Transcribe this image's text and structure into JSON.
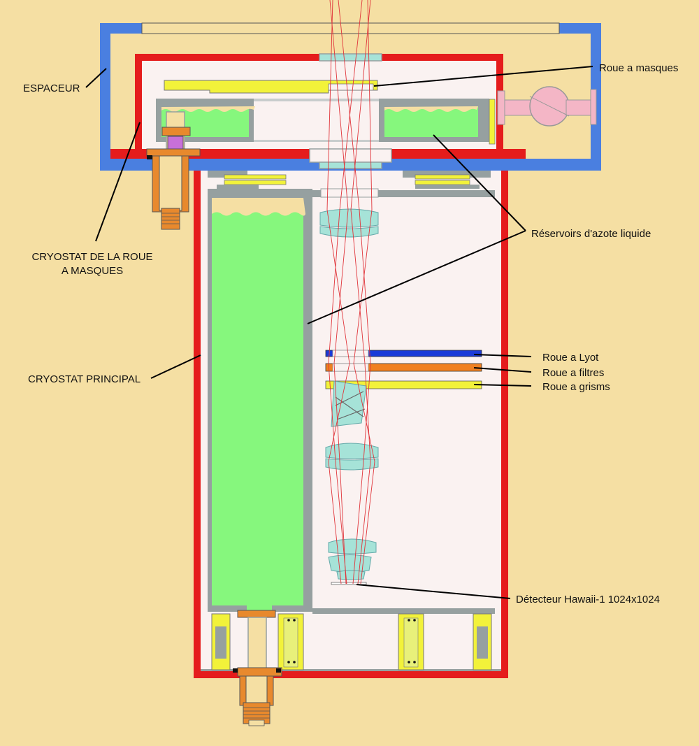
{
  "labels": {
    "espaceur": "ESPACEUR",
    "roue_masques": "Roue a masques",
    "cryostat_roue_line1": "CRYOSTAT DE LA ROUE",
    "cryostat_roue_line2": "A MASQUES",
    "reservoirs": "Réservoirs d'azote liquide",
    "cryostat_principal": "CRYOSTAT PRINCIPAL",
    "roue_lyot": "Roue a Lyot",
    "roue_filtres": "Roue a filtres",
    "roue_grisms": "Roue a grisms",
    "detecteur": "Détecteur Hawaii-1 1024x1024"
  },
  "colors": {
    "background": "#f5dfa3",
    "spacer": "#4a7fe0",
    "vessel_wall": "#e51c1c",
    "interior": "#faf2f1",
    "tank_wall": "#96a0a0",
    "liquid_nitrogen": "#86f77d",
    "lens": "#a6e3d8",
    "lyot_wheel": "#1a3ad8",
    "filter_wheel": "#f08020",
    "grism_wheel": "#f2f23a",
    "light_rays": "#e0343a",
    "fitting": "#e8892d",
    "valve": "#f4b6c6"
  }
}
